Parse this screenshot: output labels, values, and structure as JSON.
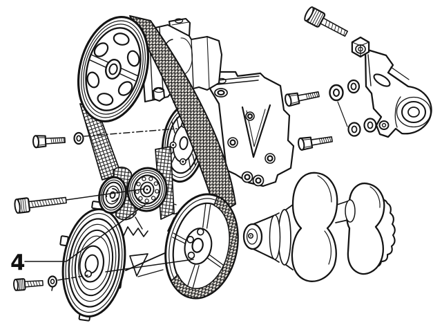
{
  "figure": {
    "type": "exploded-parts-diagram",
    "subject": "engine accessory belt drive with pulleys, tensioner, bracket and crankshaft",
    "background_color": "#ffffff",
    "line_color": "#141414",
    "belt_texture_color": "#ebe7e0",
    "callout": {
      "label": "4",
      "target": "tensioner-pulley"
    },
    "parts": [
      "power-steering-pulley",
      "power-steering-pump",
      "drive-belt",
      "engine-block",
      "water-pump-pulley",
      "idler-pulley",
      "tensioner-pulley",
      "timing-cover",
      "crankshaft-pulley",
      "crankshaft",
      "mounting-bracket",
      "hex-nut",
      "allen-bolt-top-right",
      "hex-bolt-upper",
      "hex-bolt-lower",
      "washer-a",
      "washer-b",
      "washer-c",
      "washer-d",
      "hex-bolt-left",
      "washer-left",
      "allen-bolt-long",
      "allen-bolt-short",
      "washer-bottom"
    ]
  }
}
